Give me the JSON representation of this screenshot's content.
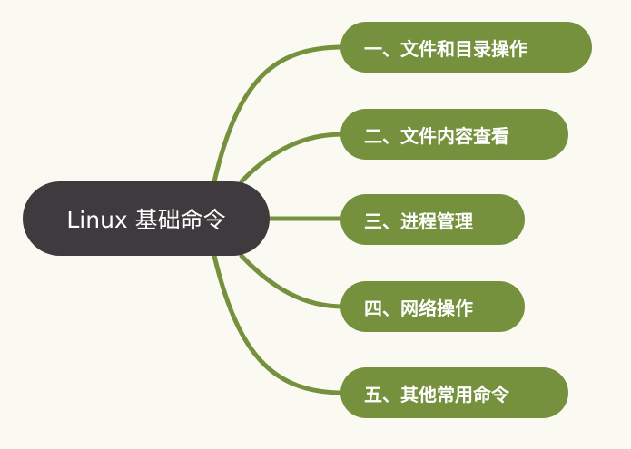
{
  "root": {
    "label": "Linux 基础命令",
    "color": "#3e3a3d"
  },
  "branches": [
    {
      "label": "一、文件和目录操作"
    },
    {
      "label": "二、文件内容查看"
    },
    {
      "label": "三、进程管理"
    },
    {
      "label": "四、网络操作"
    },
    {
      "label": "五、其他常用命令"
    }
  ],
  "colors": {
    "background": "#fbfaf2",
    "branch": "#76913d",
    "connector": "#76913d"
  }
}
